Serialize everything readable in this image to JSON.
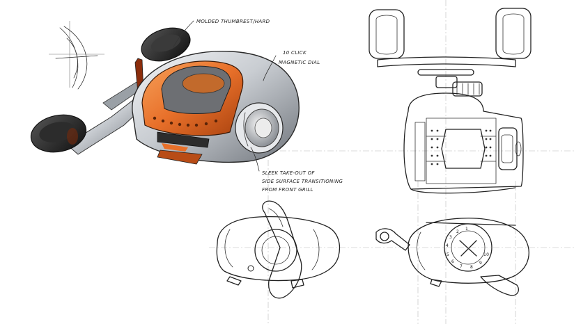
{
  "annotations": {
    "thumbrest": "MOLDED THUMBREST/HARD",
    "dial_line1": "10 CLICK",
    "dial_line2": "MAGNETIC DIAL",
    "grille_line1": "SLEEK TAKE-OUT OF",
    "grille_line2": "SIDE SURFACE TRANSITIONING",
    "grille_line3": "FROM FRONT GRILL"
  },
  "dial_numbers": [
    "1",
    "2",
    "3",
    "4",
    "5",
    "6",
    "7",
    "8",
    "9",
    "10"
  ],
  "colors": {
    "accent_orange": "#e8702a",
    "dark_orange": "#b84c16",
    "knob_black": "#1c1c1c",
    "metal_silver": "#c9cdd2",
    "line": "#222222",
    "centerline": "#b8b8b8"
  }
}
